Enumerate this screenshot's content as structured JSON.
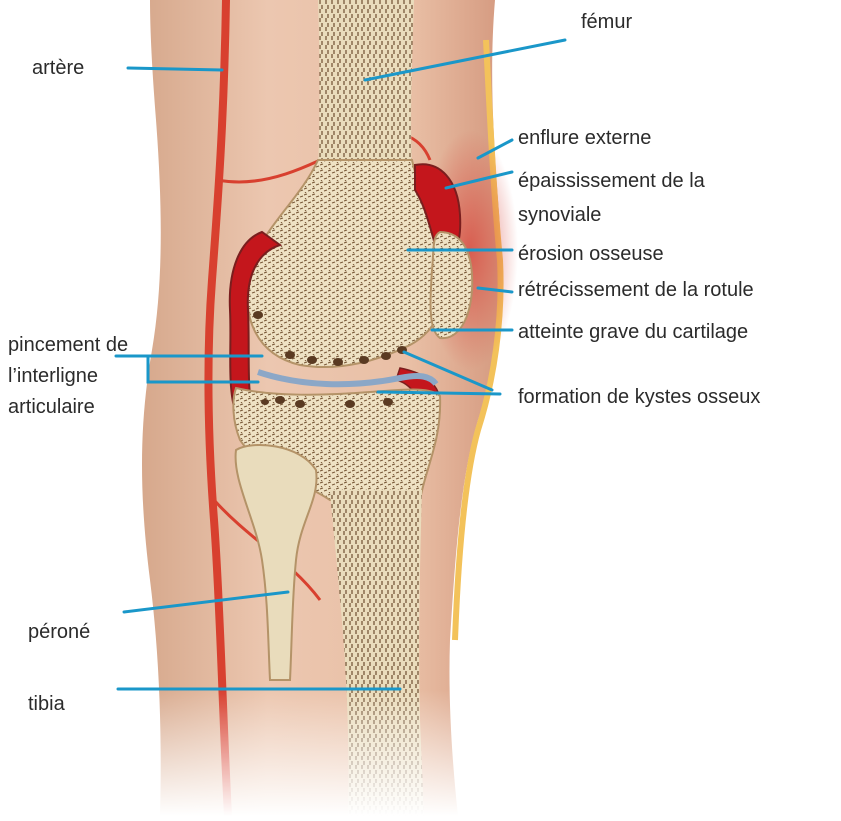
{
  "colors": {
    "leader_line": "#1a97c9",
    "skin": "#e8c2aa",
    "bone": "#efe0bf",
    "artery": "#d8402f",
    "synovium": "#c4161c"
  },
  "labels": {
    "femur": "fémur",
    "artere": "artère",
    "enflure_externe": "enflure externe",
    "epaississement": "épaississement de la synoviale",
    "erosion_osseuse": "érosion osseuse",
    "retrecissement": "rétrécissement de la rotule",
    "atteinte_cartilage": "atteinte grave du cartilage",
    "pincement": "pincement de l’interligne articulaire",
    "kystes": "formation de kystes osseux",
    "perone": "péroné",
    "tibia": "tibia"
  }
}
